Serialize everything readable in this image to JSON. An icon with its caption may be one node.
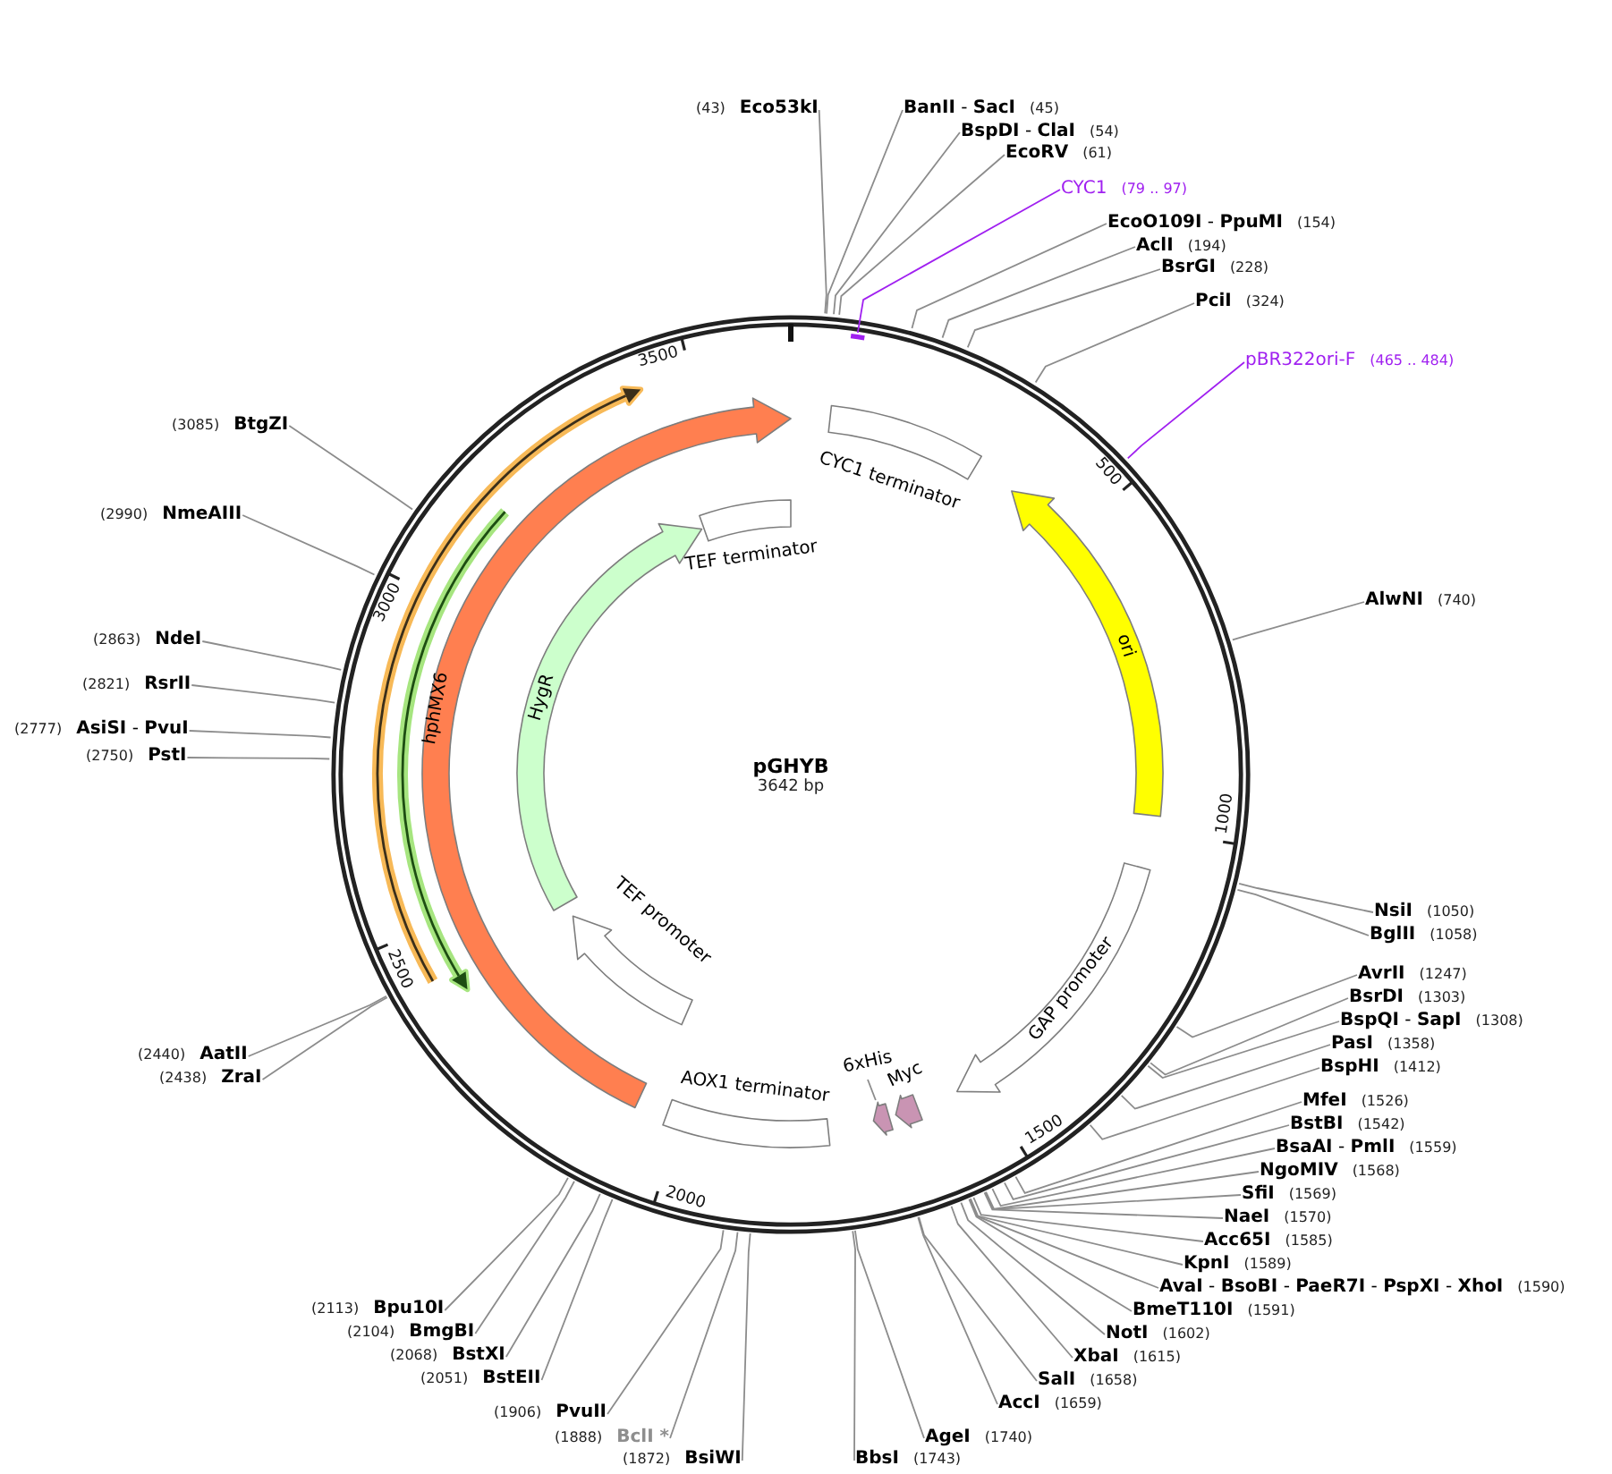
{
  "diagram": {
    "nodes": [
      {
        "text": [
          "pGHYB",
          "3642 bp"
        ]
      },
      {
        "text": [
          "CYC1 terminator"
        ],
        "in": 0
      },
      {
        "text": [
          "ori"
        ],
        "in": 0
      },
      {
        "text": [
          "GAP promoter"
        ],
        "in": 0
      },
      {
        "text": [
          "Myc"
        ],
        "in": 0
      },
      {
        "text": [
          "6xHis"
        ],
        "in": 0
      },
      {
        "text": [],
        "shape": "arrow",
        "in": 0
      },
      {
        "text": [
          "AOX1 terminator"
        ],
        "in": 0
      },
      {
        "text": [
          "TEF promoter"
        ],
        "in": 0
      },
      {
        "text": [
          "HygR"
        ],
        "in": 0
      },
      {
        "text": [
          "TEF terminator"
        ],
        "in": 0
      },
      {
        "text": [
          "hphMX6"
        ],
        "in": 0
      },
      {
        "text": [],
        "shape": "bar",
        "in": 0
      },
      {
        "text": [
          "(43)",
          "Eco53kI"
        ]
      },
      {
        "text": [
          "**BanII** - **SacI**",
          "(45)"
        ]
      },
      {
        "text": [
          "**BspDI** - **ClaI**",
          "(54)"
        ]
      },
      {
        "text": [
          "EcoRV",
          "(61)"
        ]
      },
      {
        "text": [
          "CYC1",
          "(79 .. 97)"
        ]
      },
      {
        "text": [
          "**EcoO109I** - **PpuMI**",
          "(154)"
        ]
      },
      {
        "text": [
          "AclI",
          "(194)"
        ]
      },
      {
        "text": [
          "BsrGI",
          "(228)"
        ]
      },
      {
        "text": [
          "PciI",
          "(324)"
        ]
      },
      {
        "text": [
          "pBR322ori-F",
          "(465 .. 484)"
        ]
      },
      {
        "text": [
          "AlwNI",
          "(740)"
        ]
      },
      {
        "text": [
          "NsiI",
          "(1050)"
        ]
      },
      {
        "text": [
          "BglII",
          "(1058)"
        ]
      },
      {
        "text": [
          "AvrII",
          "(1247)"
        ]
      },
      {
        "text": [
          "BsrDI",
          "(1303)"
        ]
      },
      {
        "text": [
          "**BspQI** - **SapI**",
          "(1308)"
        ]
      },
      {
        "text": [
          "PasI",
          "(1358)"
        ]
      },
      {
        "text": [
          "BspHI",
          "(1412)"
        ]
      },
      {
        "text": [
          "MfeI",
          "(1526)"
        ]
      },
      {
        "text": [
          "BstBI",
          "(1542)"
        ]
      },
      {
        "text": [
          "**BsaAI** - **PmlI**",
          "(1559)"
        ]
      },
      {
        "text": [
          "NgoMIV",
          "(1568)"
        ]
      },
      {
        "text": [
          "SfiI",
          "(1569)"
        ]
      },
      {
        "text": [
          "NaeI",
          "(1570)"
        ]
      },
      {
        "text": [
          "Acc65I",
          "(1585)"
        ]
      },
      {
        "text": [
          "KpnI",
          "(1589)"
        ]
      },
      {
        "text": [
          "**AvaI** - **BsoBI** - **PaeR7I** - **PspXI** - **XhoI**",
          "(1590)"
        ]
      },
      {
        "text": [
          "BmeT110I",
          "(1591)"
        ]
      },
      {
        "text": [
          "NotI",
          "(1602)"
        ]
      },
      {
        "text": [
          "XbaI",
          "(1615)"
        ]
      },
      {
        "text": [
          "SalI",
          "(1658)"
        ]
      },
      {
        "text": [
          "AccI",
          "(1659)"
        ]
      },
      {
        "text": [
          "AgeI",
          "(1740)"
        ]
      },
      {
        "text": [
          "BbsI",
          "(1743)"
        ]
      },
      {
        "text": [
          "(1872)",
          "BsiWI"
        ]
      },
      {
        "text": [
          "(1888)",
          "BclI *"
        ]
      },
      {
        "text": [
          "(1906)",
          "PvuII"
        ]
      },
      {
        "text": [
          "(2051)",
          "BstEII"
        ]
      },
      {
        "text": [
          "(2068)",
          "BstXI"
        ]
      },
      {
        "text": [
          "(2104)",
          "BmgBI"
        ]
      },
      {
        "text": [
          "(2113)",
          "Bpu10I"
        ]
      },
      {
        "text": [
          "(2438)",
          "ZraI"
        ]
      },
      {
        "text": [
          "(2440)",
          "AatII"
        ]
      },
      {
        "text": [
          "(2750)",
          "PstI"
        ]
      },
      {
        "text": [
          "(2777)",
          "**AsiSI** - **PvuI**"
        ]
      },
      {
        "text": [
          "(2821)",
          "RsrII"
        ]
      },
      {
        "text": [
          "(2863)",
          "NdeI"
        ]
      },
      {
        "text": [
          "(2990)",
          "NmeAIII"
        ]
      },
      {
        "text": [
          "(3085)",
          "BtgZI"
        ]
      }
    ],
    "edges": [
      {
        "from": 5,
        "to": 6,
        "arrow": "none"
      },
      {
        "from": 13,
        "to": 0,
        "arrow": "none"
      },
      {
        "from": 14,
        "to": 0,
        "arrow": "none"
      },
      {
        "from": 15,
        "to": 0,
        "arrow": "none"
      },
      {
        "from": 16,
        "to": 0,
        "arrow": "none"
      },
      {
        "from": 17,
        "to": 12,
        "arrow": "none",
        "color": "#a020f0"
      },
      {
        "from": 18,
        "to": 0,
        "arrow": "none"
      },
      {
        "from": 19,
        "to": 0,
        "arrow": "none"
      },
      {
        "from": 20,
        "to": 0,
        "arrow": "none"
      },
      {
        "from": 21,
        "to": 0,
        "arrow": "none"
      },
      {
        "from": 22,
        "to": 0,
        "arrow": "none",
        "color": "#a020f0"
      },
      {
        "from": 23,
        "to": 0,
        "arrow": "none"
      },
      {
        "from": 24,
        "to": 0,
        "arrow": "none"
      },
      {
        "from": 25,
        "to": 0,
        "arrow": "none"
      },
      {
        "from": 26,
        "to": 0,
        "arrow": "none"
      },
      {
        "from": 27,
        "to": 0,
        "arrow": "none"
      },
      {
        "from": 28,
        "to": 0,
        "arrow": "none"
      },
      {
        "from": 29,
        "to": 0,
        "arrow": "none"
      },
      {
        "from": 30,
        "to": 0,
        "arrow": "none"
      },
      {
        "from": 31,
        "to": 0,
        "arrow": "none"
      },
      {
        "from": 32,
        "to": 0,
        "arrow": "none"
      },
      {
        "from": 33,
        "to": 0,
        "arrow": "none"
      },
      {
        "from": 34,
        "to": 0,
        "arrow": "none"
      },
      {
        "from": 35,
        "to": 0,
        "arrow": "none"
      },
      {
        "from": 36,
        "to": 0,
        "arrow": "none"
      },
      {
        "from": 37,
        "to": 0,
        "arrow": "none"
      },
      {
        "from": 38,
        "to": 0,
        "arrow": "none"
      },
      {
        "from": 39,
        "to": 0,
        "arrow": "none"
      },
      {
        "from": 40,
        "to": 0,
        "arrow": "none"
      },
      {
        "from": 41,
        "to": 0,
        "arrow": "none"
      },
      {
        "from": 42,
        "to": 0,
        "arrow": "none"
      },
      {
        "from": 43,
        "to": 0,
        "arrow": "none"
      },
      {
        "from": 44,
        "to": 0,
        "arrow": "none"
      },
      {
        "from": 45,
        "to": 0,
        "arrow": "none"
      },
      {
        "from": 46,
        "to": 0,
        "arrow": "none"
      },
      {
        "from": 47,
        "to": 0,
        "arrow": "none"
      },
      {
        "from": 48,
        "to": 0,
        "arrow": "none"
      },
      {
        "from": 49,
        "to": 0,
        "arrow": "none"
      },
      {
        "from": 50,
        "to": 0,
        "arrow": "none"
      },
      {
        "from": 51,
        "to": 0,
        "arrow": "none"
      },
      {
        "from": 52,
        "to": 0,
        "arrow": "none"
      },
      {
        "from": 53,
        "to": 0,
        "arrow": "none"
      },
      {
        "from": 54,
        "to": 0,
        "arrow": "none"
      },
      {
        "from": 55,
        "to": 0,
        "arrow": "none"
      },
      {
        "from": 56,
        "to": 0,
        "arrow": "none"
      },
      {
        "from": 57,
        "to": 0,
        "arrow": "none"
      },
      {
        "from": 58,
        "to": 0,
        "arrow": "none"
      },
      {
        "from": 59,
        "to": 0,
        "arrow": "none"
      },
      {
        "from": 60,
        "to": 0,
        "arrow": "none"
      },
      {
        "from": 61,
        "to": 0,
        "arrow": "none"
      }
    ],
    "labels": [
      "500",
      "1000",
      "1500",
      "2000",
      "2500",
      "3000",
      "3500"
    ]
  }
}
